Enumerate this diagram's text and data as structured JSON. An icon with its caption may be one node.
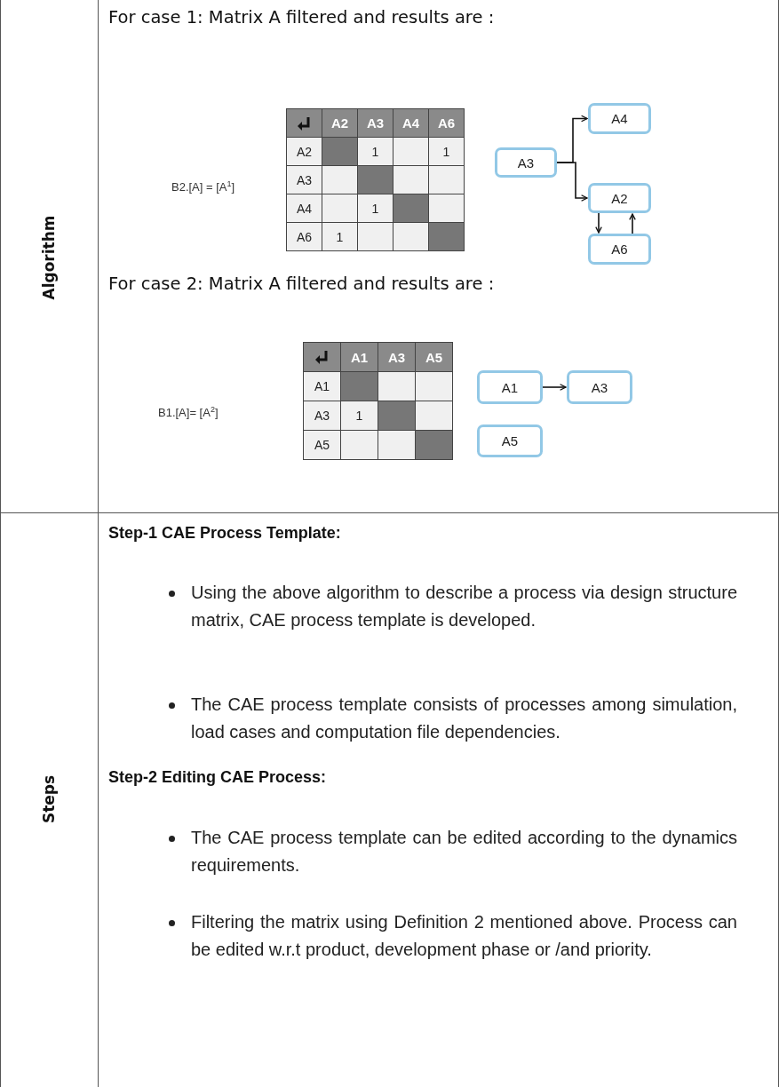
{
  "diagram": {
    "nodes": [
      {
        "text": [
          "A4"
        ]
      },
      {
        "text": [
          "A3"
        ]
      },
      {
        "text": [
          "A2"
        ]
      },
      {
        "text": [
          "A6"
        ]
      },
      {
        "text": [
          "A1"
        ]
      },
      {
        "text": [
          "A3"
        ]
      },
      {
        "text": [
          "A5"
        ]
      }
    ],
    "edges": [
      {
        "from": 1,
        "to": 0,
        "arrow": "to"
      },
      {
        "from": 1,
        "to": 2,
        "arrow": "to"
      },
      {
        "from": 2,
        "to": 3,
        "arrow": "to"
      },
      {
        "from": 3,
        "to": 2,
        "arrow": "to"
      },
      {
        "from": 4,
        "to": 5,
        "arrow": "to"
      }
    ],
    "labels": [
      "Algorithm",
      "For case 1: Matrix A filtered and results are :",
      "B2.[A] = [A$^{1}$]",
      "A2",
      "A3",
      "A4",
      "A6",
      "A2",
      "1",
      "1",
      "A3",
      "A4",
      "1",
      "A6",
      "1",
      "For case 2: Matrix A filtered and results are :",
      "B1.[A]= [A$^{2}$]",
      "A1",
      "A3",
      "A5",
      "A1",
      "A3",
      "1",
      "A5",
      "Steps",
      "Step-1 CAE Process Template:",
      "Using the above algorithm to describe a process via design structure matrix, CAE process template is developed.",
      "The CAE process template consists of processes among simulation, load cases and computation file dependencies.",
      "Step-2 Editing CAE Process:",
      "The CAE process template can be edited according to the dynamics requirements.",
      "Filtering the matrix using Definition 2 mentioned above. Process can be edited w.r.t product, development phase or /and priority."
    ]
  }
}
